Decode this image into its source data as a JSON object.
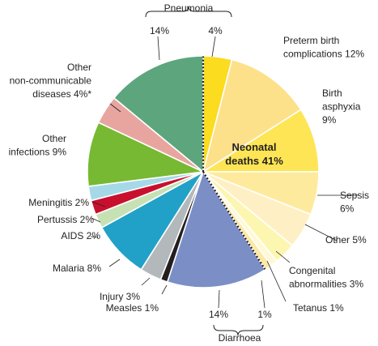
{
  "chart_data": {
    "type": "pie",
    "title": "",
    "center_label": [
      "Neonatal",
      "deaths 41%"
    ],
    "slices": [
      {
        "name": "Pneumonia (neonatal)",
        "value": 4,
        "color": "#fbdc1e",
        "group": "neonatal"
      },
      {
        "name": "Preterm birth complications",
        "value": 12,
        "color": "#fde08a",
        "group": "neonatal"
      },
      {
        "name": "Birth asphyxia",
        "value": 9,
        "color": "#fde555",
        "group": "neonatal"
      },
      {
        "name": "Sepsis",
        "value": 6,
        "color": "#fdea9c",
        "group": "neonatal"
      },
      {
        "name": "Other",
        "value": 5,
        "color": "#fef0c4",
        "group": "neonatal"
      },
      {
        "name": "Congenital abnormalities",
        "value": 3,
        "color": "#fdf6b0",
        "group": "neonatal"
      },
      {
        "name": "Tetanus",
        "value": 1,
        "color": "#fef9d6",
        "group": "neonatal"
      },
      {
        "name": "Diarrhoea (neonatal)",
        "value": 1,
        "color": "#fde9a6",
        "group": "neonatal"
      },
      {
        "name": "Diarrhoea",
        "value": 14,
        "color": "#7b8fc6",
        "group": "postneonatal"
      },
      {
        "name": "Measles",
        "value": 1,
        "color": "#231f20",
        "group": "postneonatal"
      },
      {
        "name": "Injury",
        "value": 3,
        "color": "#b3b8bb",
        "group": "postneonatal"
      },
      {
        "name": "Malaria",
        "value": 8,
        "color": "#22a1c8",
        "group": "postneonatal"
      },
      {
        "name": "AIDS",
        "value": 2,
        "color": "#c6e2b5",
        "group": "postneonatal"
      },
      {
        "name": "Pertussis",
        "value": 2,
        "color": "#c8102e",
        "group": "postneonatal"
      },
      {
        "name": "Meningitis",
        "value": 2,
        "color": "#a6d9e8",
        "group": "postneonatal"
      },
      {
        "name": "Other infections",
        "value": 9,
        "color": "#77b932",
        "group": "postneonatal"
      },
      {
        "name": "Other non-communicable diseases",
        "value": 4,
        "color": "#e8a5a0",
        "group": "postneonatal"
      },
      {
        "name": "Pneumonia",
        "value": 14,
        "color": "#5da57d",
        "group": "postneonatal"
      }
    ],
    "labels": [
      {
        "lines": [
          "Pneumonia"
        ]
      },
      {
        "lines": [
          "14%"
        ]
      },
      {
        "lines": [
          "4%"
        ]
      },
      {
        "lines": [
          "Preterm birth",
          "complications 12%"
        ]
      },
      {
        "lines": [
          "Birth",
          "asphyxia",
          "9%"
        ]
      },
      {
        "lines": [
          "Sepsis",
          "6%"
        ]
      },
      {
        "lines": [
          "Other 5%"
        ]
      },
      {
        "lines": [
          "Congenital",
          "abnormalities 3%"
        ]
      },
      {
        "lines": [
          "Tetanus 1%"
        ]
      },
      {
        "lines": [
          "1%"
        ]
      },
      {
        "lines": [
          "14%"
        ]
      },
      {
        "lines": [
          "Diarrhoea"
        ]
      },
      {
        "lines": [
          "Measles 1%"
        ]
      },
      {
        "lines": [
          "Injury 3%"
        ]
      },
      {
        "lines": [
          "Malaria 8%"
        ]
      },
      {
        "lines": [
          "AIDS 2%"
        ]
      },
      {
        "lines": [
          "Pertussis 2%"
        ]
      },
      {
        "lines": [
          "Meningitis 2%"
        ]
      },
      {
        "lines": [
          "Other",
          "infections 9%"
        ]
      },
      {
        "lines": [
          "Other",
          "non-communicable",
          "diseases 4%*"
        ]
      }
    ]
  }
}
